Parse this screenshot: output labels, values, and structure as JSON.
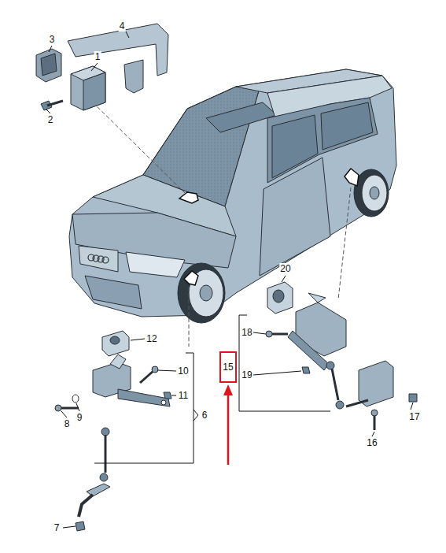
{
  "diagram": {
    "nodes": [
      {
        "text": [
          "15"
        ]
      }
    ],
    "labels": [
      "3",
      "4",
      "1",
      "2",
      "12",
      "10",
      "11",
      "9",
      "8",
      "6",
      "7",
      "20",
      "18",
      "19",
      "17",
      "16"
    ]
  }
}
